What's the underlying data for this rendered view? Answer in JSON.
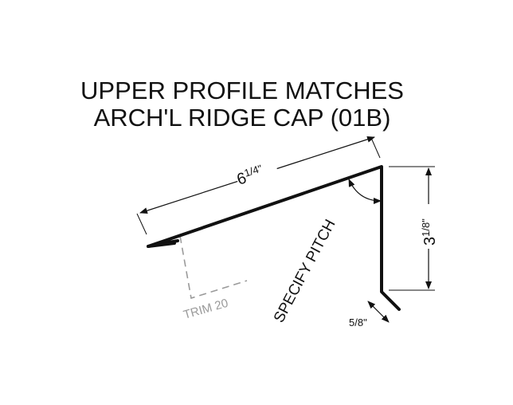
{
  "title": {
    "line1": "UPPER PROFILE MATCHES",
    "line2": "ARCH'L RIDGE CAP (01B)"
  },
  "dimensions": {
    "top_length": {
      "whole": "6",
      "fraction": "1/4\""
    },
    "height": {
      "whole": "3",
      "fraction": "1/8\""
    },
    "hem": "5/8\""
  },
  "labels": {
    "pitch": "SPECIFY PITCH",
    "trim": "TRIM 20"
  },
  "colors": {
    "profile": "#111111",
    "dimension": "#111111",
    "trim_reference": "#9a9a9a"
  }
}
